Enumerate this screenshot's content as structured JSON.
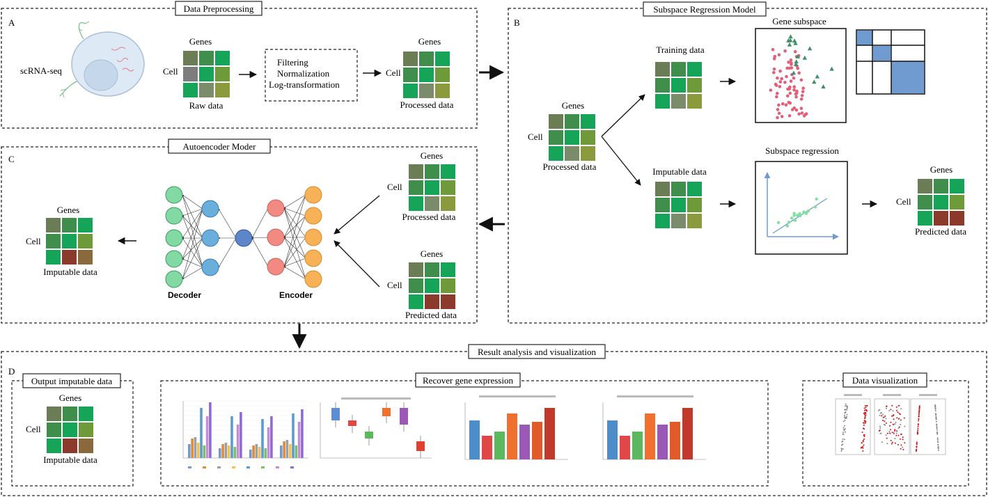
{
  "panels": {
    "a": {
      "letter": "A",
      "title": "Data Preprocessing",
      "scrna": "scRNA-seq",
      "genes": "Genes",
      "cell": "Cell",
      "raw": "Raw data",
      "steps": [
        "Filtering",
        "Normalization",
        "Log-transformation"
      ],
      "processed": "Processed data"
    },
    "b": {
      "letter": "B",
      "title": "Subspace Regression Model",
      "genes": "Genes",
      "cell": "Cell",
      "processed": "Processed data",
      "training": "Training data",
      "imputable": "Imputable data",
      "gene_subspace": "Gene subspace",
      "subspace_regression": "Subspace regression",
      "predicted": "Predicted data"
    },
    "c": {
      "letter": "C",
      "title": "Autoencoder Moder",
      "genes": "Genes",
      "cell": "Cell",
      "processed": "Processed data",
      "predicted": "Predicted data",
      "imputable": "Imputable data",
      "decoder": "Decoder",
      "encoder": "Encoder"
    },
    "d": {
      "letter": "D",
      "title": "Result analysis and visualization",
      "output_title": "Output imputable data",
      "genes": "Genes",
      "cell": "Cell",
      "imputable": "Imputable data",
      "recover_title": "Recover gene expression",
      "vis_title": "Data visualization"
    }
  },
  "colors": {
    "g1": "#6b7d55",
    "g2": "#3f8e4c",
    "g3": "#16a558",
    "g4": "#7a8066",
    "g5": "#6f9a3a",
    "g6": "#8a9a3c",
    "g7": "#7a8c6a",
    "brown": "#8b3a2c",
    "blue": "#6f9bd1",
    "pink": "#e0607a",
    "teal": "#3f8f6b"
  }
}
